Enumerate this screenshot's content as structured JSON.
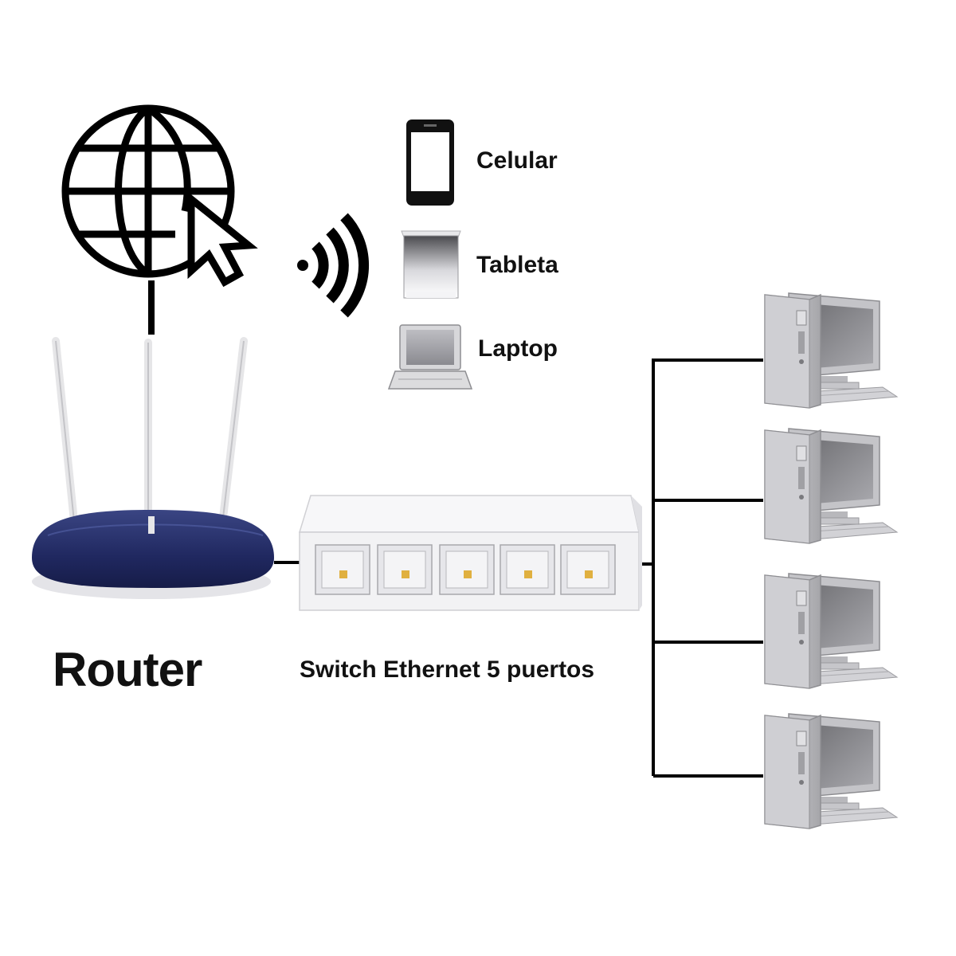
{
  "diagram": {
    "devices_wireless": [
      {
        "label": "Celular",
        "icon": "smartphone-icon"
      },
      {
        "label": "Tableta",
        "icon": "tablet-icon"
      },
      {
        "label": "Laptop",
        "icon": "laptop-icon"
      }
    ],
    "router": {
      "label": "Router",
      "icon": "router-icon",
      "color": "#27306a"
    },
    "switch": {
      "label": "Switch Ethernet 5 puertos",
      "icon": "ethernet-switch-icon",
      "ports": 5
    },
    "internet": {
      "icon": "globe-cursor-icon"
    },
    "wifi": {
      "icon": "wifi-signal-icon"
    },
    "computers": {
      "count": 4,
      "icon": "desktop-computer-icon"
    },
    "colors": {
      "line": "#000000",
      "router_body": "#27306a",
      "switch_body": "#f2f2f4",
      "computer_case": "#c9c9cc"
    }
  }
}
